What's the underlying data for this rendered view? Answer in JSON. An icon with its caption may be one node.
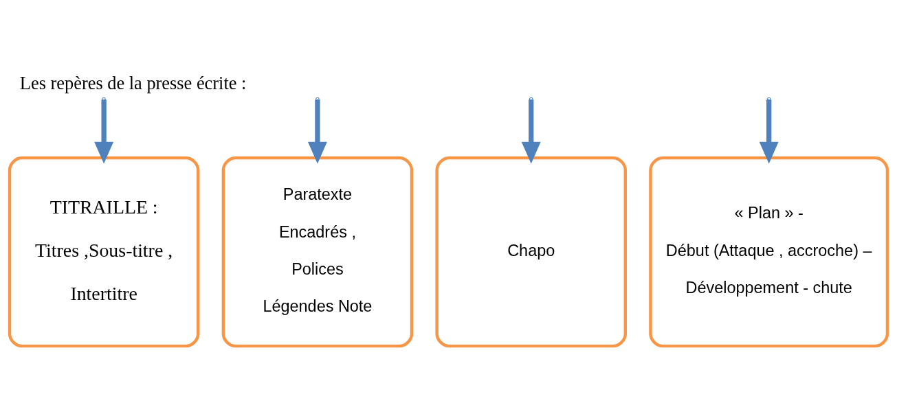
{
  "diagram": {
    "title": "Les repères de la presse écrite :",
    "nodes": [
      {
        "text": [
          "TITRAILLE :",
          "Titres ,Sous-titre ,",
          "Intertitre"
        ]
      },
      {
        "text": [
          "Paratexte",
          "Encadrés ,",
          "Polices",
          "Légendes Note"
        ]
      },
      {
        "text": [
          "Chapo"
        ]
      },
      {
        "text": [
          "« Plan » -",
          "Début (Attaque , accroche) –",
          "Développement - chute"
        ]
      }
    ],
    "edges": [
      {
        "from": null,
        "to": 0,
        "arrow": "to"
      },
      {
        "from": null,
        "to": 1,
        "arrow": "to"
      },
      {
        "from": null,
        "to": 2,
        "arrow": "to"
      },
      {
        "from": null,
        "to": 3,
        "arrow": "to"
      }
    ]
  }
}
